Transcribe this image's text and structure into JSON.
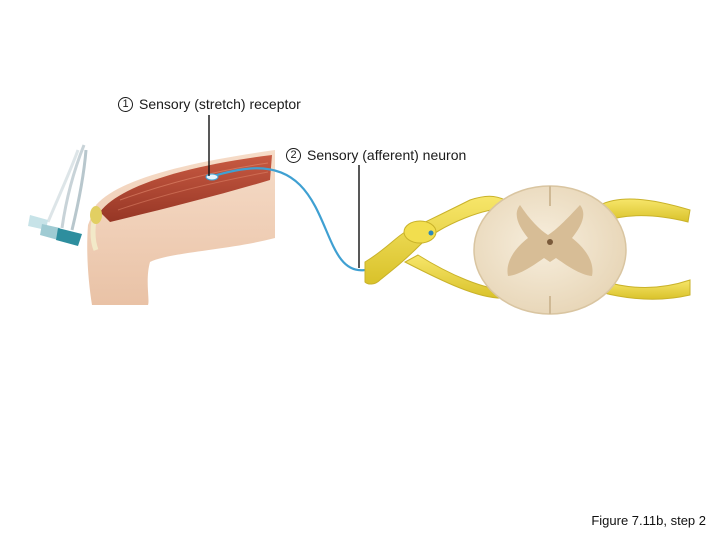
{
  "steps": [
    {
      "number": "1",
      "label": "Sensory (stretch) receptor"
    },
    {
      "number": "2",
      "label": "Sensory (afferent) neuron"
    }
  ],
  "caption": "Figure 7.11b, step 2",
  "colors": {
    "muscle": "#b44a35",
    "skin": "#f0d0b8",
    "nerve": "#ecd83b",
    "neuron": "#4aa8d8",
    "spinal_cord": "#f2e6d2",
    "gray_matter": "#d8c29f"
  },
  "icons": [
    "reflex-hammer-icon"
  ]
}
